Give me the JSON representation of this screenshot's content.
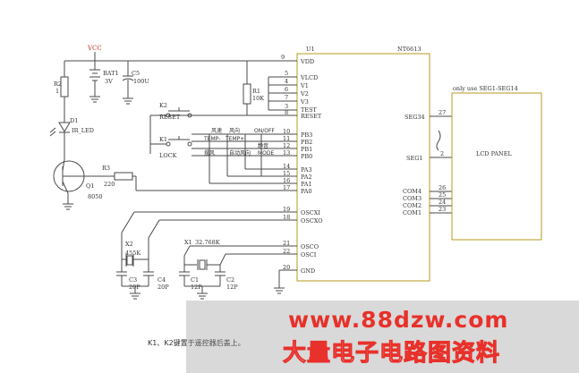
{
  "components": {
    "vcc": "VCC",
    "bat_ref": "BAT1",
    "bat_val": "3V",
    "c5_ref": "C5",
    "c5_val": "100U",
    "r2_ref": "R2",
    "r2_val": "1",
    "d1_ref": "D1",
    "d1_val": "IR_LED",
    "r3_ref": "R3",
    "r3_val": "220",
    "q1_ref": "Q1",
    "q1_val": "8050",
    "r1_ref": "R1",
    "r1_val": "10K",
    "k2_ref": "K2",
    "k2_val": "RESET",
    "k1_ref": "K1",
    "k1_val": "LOCK",
    "x2_ref": "X2",
    "x2_val": "455K",
    "c3_ref": "C3",
    "c3_val": "20P",
    "c4_ref": "C4",
    "c4_val": "20P",
    "x1_ref": "X1",
    "x1_val": "32.768K",
    "c1_ref": "C1",
    "c1_val": "12P",
    "c2_ref": "C2",
    "c2_val": "12P"
  },
  "ic": {
    "ref": "U1",
    "part": "NT6613",
    "pins_left": [
      {
        "num": "9",
        "name": "VDD"
      },
      {
        "num": "5",
        "name": "VLCD"
      },
      {
        "num": "4",
        "name": "V1"
      },
      {
        "num": "6",
        "name": "V2"
      },
      {
        "num": "7",
        "name": "V3"
      },
      {
        "num": "3",
        "name": "TEST"
      },
      {
        "num": "8",
        "name": "RESET"
      },
      {
        "num": "10",
        "name": "PB3"
      },
      {
        "num": "11",
        "name": "PB2"
      },
      {
        "num": "12",
        "name": "PB1"
      },
      {
        "num": "13",
        "name": "PB0"
      },
      {
        "num": "14",
        "name": "PA3"
      },
      {
        "num": "15",
        "name": "PA2"
      },
      {
        "num": "16",
        "name": "PA1"
      },
      {
        "num": "17",
        "name": "PA0"
      },
      {
        "num": "19",
        "name": "OSCXI"
      },
      {
        "num": "18",
        "name": "OSCXO"
      },
      {
        "num": "21",
        "name": "OSCO"
      },
      {
        "num": "22",
        "name": "OSCI"
      },
      {
        "num": "20",
        "name": "GND"
      }
    ],
    "pins_right": [
      {
        "num": "27",
        "name": "SEG34"
      },
      {
        "num": "2",
        "name": "SEG1"
      },
      {
        "num": "26",
        "name": "COM4"
      },
      {
        "num": "25",
        "name": "COM3"
      },
      {
        "num": "24",
        "name": "COM2"
      },
      {
        "num": "23",
        "name": "COM1"
      }
    ]
  },
  "keys": {
    "row1": [
      "风速",
      "风向",
      "ON/OFF"
    ],
    "row2": [
      "TEMP-",
      "TEMP+"
    ],
    "row3": [
      "静音"
    ],
    "row4": [
      "摆风",
      "自动风向",
      "MODE"
    ]
  },
  "lcd": {
    "note": "only use SEG1-SEG14",
    "label": "LCD PANEL"
  },
  "footnote": "K1、K2键置于遥控器后盖上。",
  "watermark": {
    "url": "www.88dzw.com",
    "text": "大量电子电路图资料"
  }
}
